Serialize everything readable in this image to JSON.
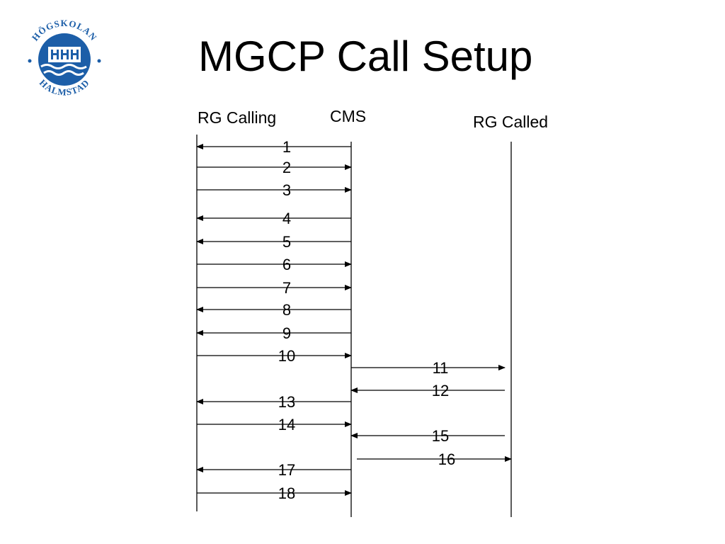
{
  "slide": {
    "title": "MGCP Call Setup"
  },
  "logo": {
    "top_text": "HÖGSKOLAN",
    "bottom_text": "HALMSTAD",
    "primary_color": "#1c5ea8"
  },
  "entities": {
    "rg_calling": "RG Calling",
    "cms": "CMS",
    "rg_called": "RG Called"
  },
  "messages": [
    {
      "label": "1",
      "from": "cms",
      "to": "rg_calling"
    },
    {
      "label": "2",
      "from": "rg_calling",
      "to": "cms"
    },
    {
      "label": "3",
      "from": "rg_calling",
      "to": "cms"
    },
    {
      "label": "4",
      "from": "cms",
      "to": "rg_calling"
    },
    {
      "label": "5",
      "from": "cms",
      "to": "rg_calling"
    },
    {
      "label": "6",
      "from": "rg_calling",
      "to": "cms"
    },
    {
      "label": "7",
      "from": "rg_calling",
      "to": "cms"
    },
    {
      "label": "8",
      "from": "cms",
      "to": "rg_calling"
    },
    {
      "label": "9",
      "from": "cms",
      "to": "rg_calling"
    },
    {
      "label": "10",
      "from": "rg_calling",
      "to": "cms"
    },
    {
      "label": "11",
      "from": "cms",
      "to": "rg_called"
    },
    {
      "label": "12",
      "from": "rg_called",
      "to": "cms"
    },
    {
      "label": "13",
      "from": "cms",
      "to": "rg_calling"
    },
    {
      "label": "14",
      "from": "rg_calling",
      "to": "cms"
    },
    {
      "label": "15",
      "from": "rg_called",
      "to": "cms"
    },
    {
      "label": "16",
      "from": "cms",
      "to": "rg_called"
    },
    {
      "label": "17",
      "from": "cms",
      "to": "rg_calling"
    },
    {
      "label": "18",
      "from": "rg_calling",
      "to": "cms"
    }
  ]
}
